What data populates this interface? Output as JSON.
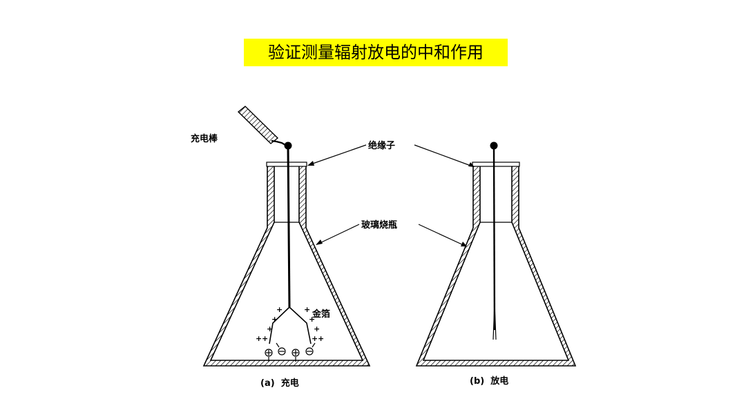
{
  "title": "验证测量辐射放电的中和作用",
  "labels": {
    "charging_rod": "充电棒",
    "insulator": "绝缘子",
    "glass_flask": "玻璃烧瓶",
    "gold_foil": "金箔"
  },
  "captions": {
    "a": "(a)  充电",
    "b": "(b)  放电"
  },
  "symbols": {
    "plus": "+",
    "minus": "−"
  },
  "colors": {
    "title_bg": "#ffff00",
    "ink": "#000000"
  }
}
